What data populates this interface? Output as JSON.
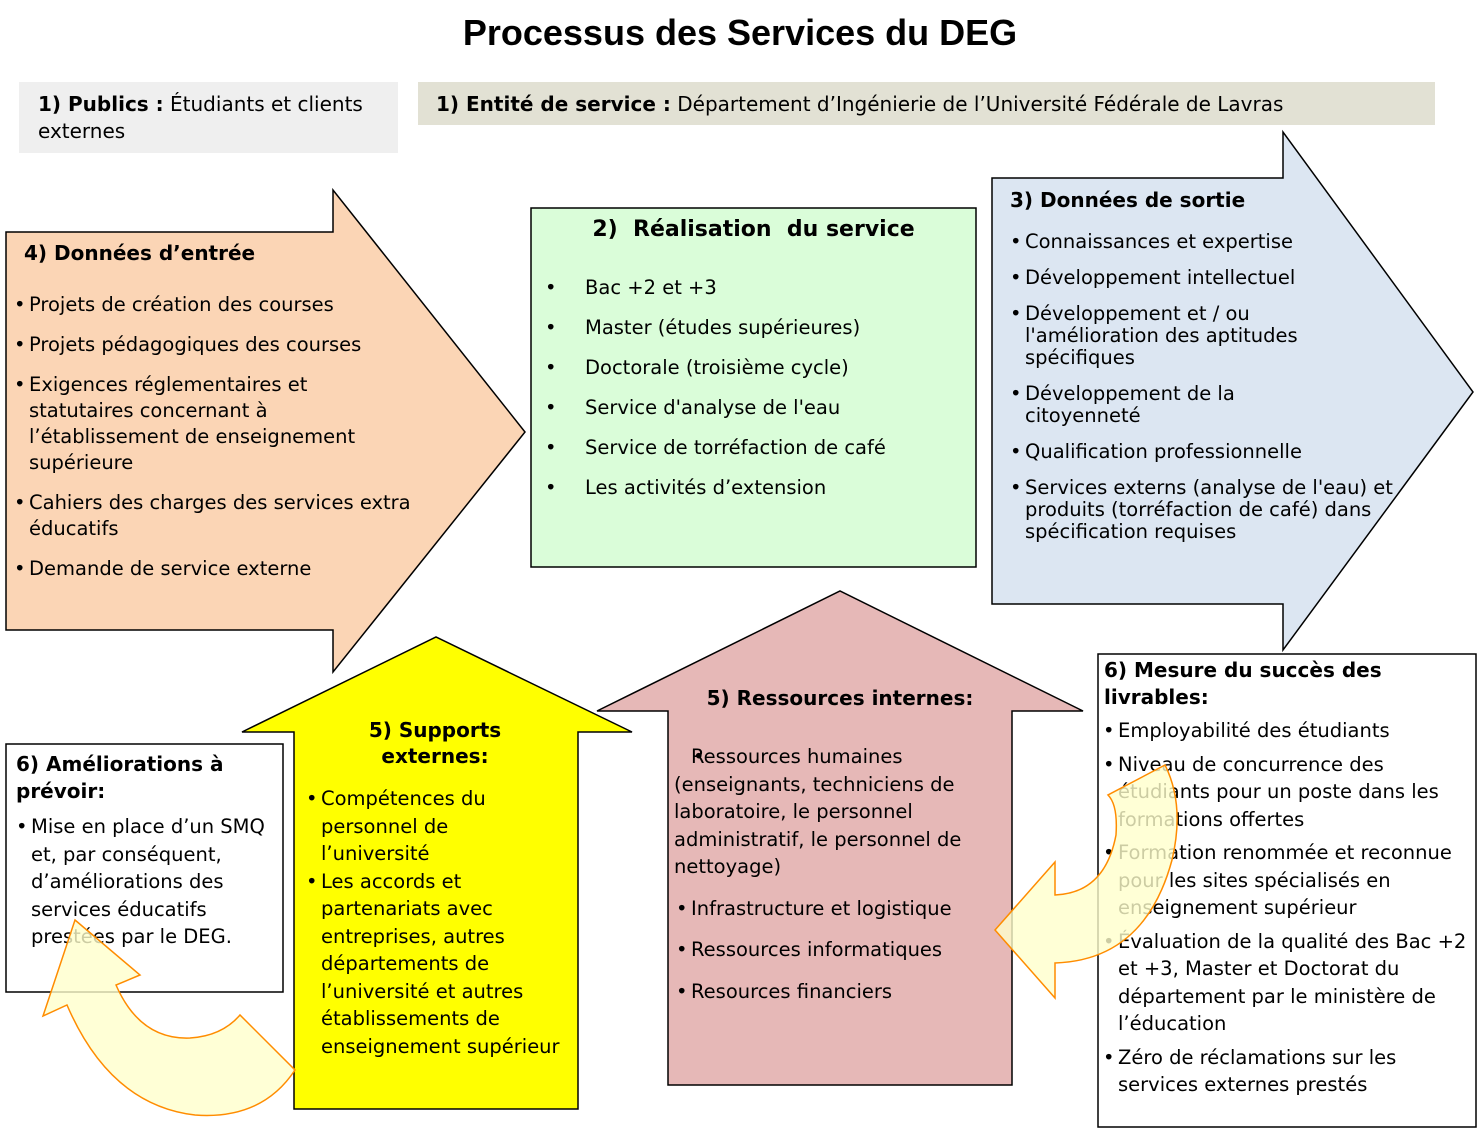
{
  "title": "Processus des Services du DEG",
  "publics": {
    "label": "1) Publics :",
    "text": "Étudiants et clients externes"
  },
  "entite": {
    "label": "1) Entité de service :",
    "text": "Département d’Ingénierie de l’Université Fédérale de Lavras"
  },
  "entree": {
    "heading": "4) Données d’entrée",
    "items": [
      "Projets de création des courses",
      "Projets pédagogiques des courses",
      "Exigences réglementaires et statutaires concernant à l’établissement de enseignement supérieure",
      "Cahiers des charges des services extra éducatifs",
      "Demande de service externe"
    ]
  },
  "realisation": {
    "heading": "2)  Réalisation  du service",
    "items": [
      "Bac +2 et +3",
      "Master (études supérieures)",
      "Doctorale (troisième cycle)",
      "Service d'analyse de l'eau",
      "Service de torréfaction de café",
      "Les activités d’extension"
    ]
  },
  "sortie": {
    "heading": "3) Données de sortie",
    "items": [
      "Connaissances et expertise",
      "Développement intellectuel",
      "Développement et / ou l'amélioration des aptitudes spécifiques",
      "Développement de la citoyenneté",
      "Qualification professionnelle",
      "Services externs (analyse de l'eau) et produits (torréfaction de café) dans spécification requises"
    ]
  },
  "mesure": {
    "heading": "6) Mesure du succès des livrables:",
    "items": [
      "Employabilité des étudiants",
      "Niveau de concurrence des étudiants pour un poste dans les formations offertes",
      "Formation renommée et reconnue pour les sites spécialisés en enseignement supérieur",
      "Évaluation de la qualité des Bac +2 et +3, Master et Doctorat du département par le ministère de l’éducation",
      "Zéro de réclamations sur les services externes prestés"
    ]
  },
  "ameliorations": {
    "heading": "6) Améliorations à prévoir:",
    "items": [
      "Mise en place d’un SMQ et, par conséquent, d’améliorations des services éducatifs prestées par le DEG."
    ]
  },
  "supports": {
    "heading": "5) Supports externes:",
    "items": [
      "Compétences du personnel de l’université",
      "Les accords et partenariats avec entreprises, autres départements de l’université et autres établissements de enseignement supérieur"
    ]
  },
  "ressources": {
    "heading": "5) Ressources internes:",
    "items": [
      "Ressources humaines (enseignants, techniciens de laboratoire, le personnel administratif, le personnel de nettoyage)",
      "Infrastructure et logistique",
      "Ressources informatiques",
      "Resources financiers"
    ]
  },
  "colors": {
    "entree": "#fbd5b5",
    "realisation": "#dafdd9",
    "sortie": "#dce6f2",
    "supports": "#ffff00",
    "ressources": "#e6b8b7",
    "curve": "#ffffcc",
    "curve_stroke": "#ff8c00"
  }
}
